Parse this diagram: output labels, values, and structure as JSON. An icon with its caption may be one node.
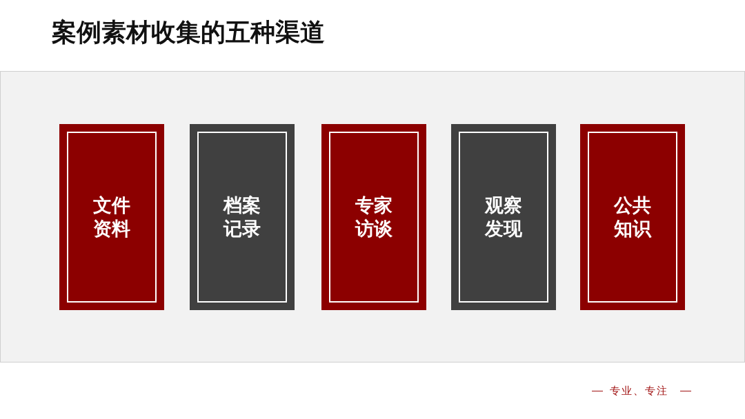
{
  "diagram": {
    "title": "案例素材收集的五种渠道",
    "nodes": [
      {
        "text": [
          "文件资料"
        ]
      },
      {
        "text": [
          "档案记录"
        ]
      },
      {
        "text": [
          "专家访谈"
        ]
      },
      {
        "text": [
          "观察发现"
        ]
      },
      {
        "text": [
          "公共知识"
        ]
      }
    ],
    "labels": [
      "专业、专注"
    ]
  }
}
